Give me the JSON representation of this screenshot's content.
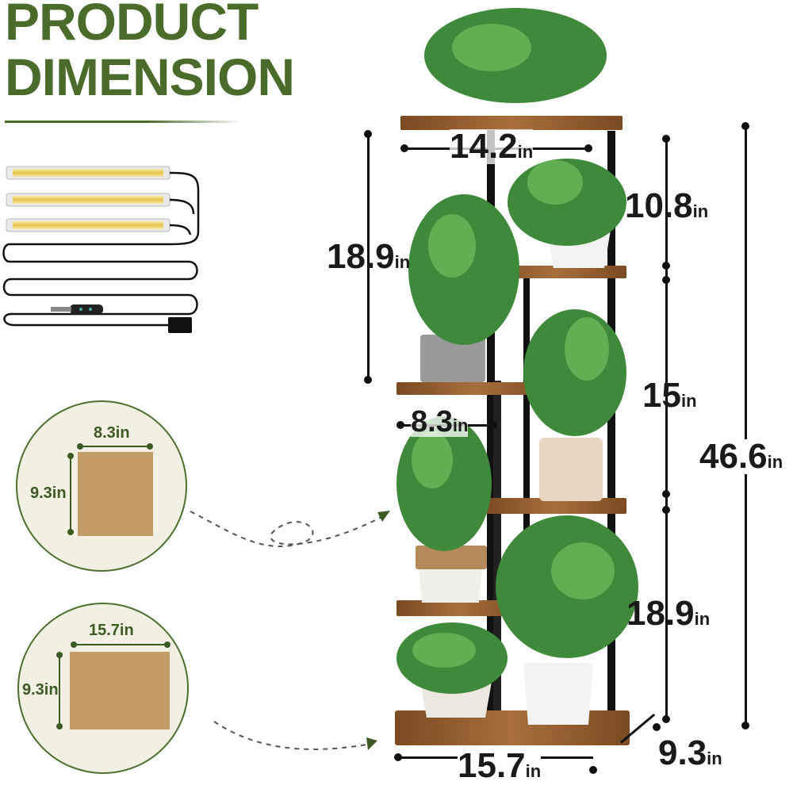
{
  "heading": {
    "line1": "PRODUCT",
    "line2": "DIMENSION"
  },
  "colors": {
    "heading": "#4a6b2a",
    "panel_bg": "#f1f0e3",
    "wood": "#8b5a2b",
    "frame": "#111111",
    "swatch": "#c49a66"
  },
  "light": {
    "bar_count": 3
  },
  "small_shelf": {
    "width_label": "8.3in",
    "depth_label": "9.3in"
  },
  "large_shelf": {
    "width_label": "15.7in",
    "depth_label": "9.3in"
  },
  "dimensions": {
    "top_width": "14.2",
    "top_gap": "10.8",
    "left_section": "18.9",
    "mid_gap": "15",
    "small_width": "8.3",
    "total_height": "46.6",
    "lower_gap": "18.9",
    "base_width": "15.7",
    "base_depth": "9.3",
    "unit": "in"
  }
}
